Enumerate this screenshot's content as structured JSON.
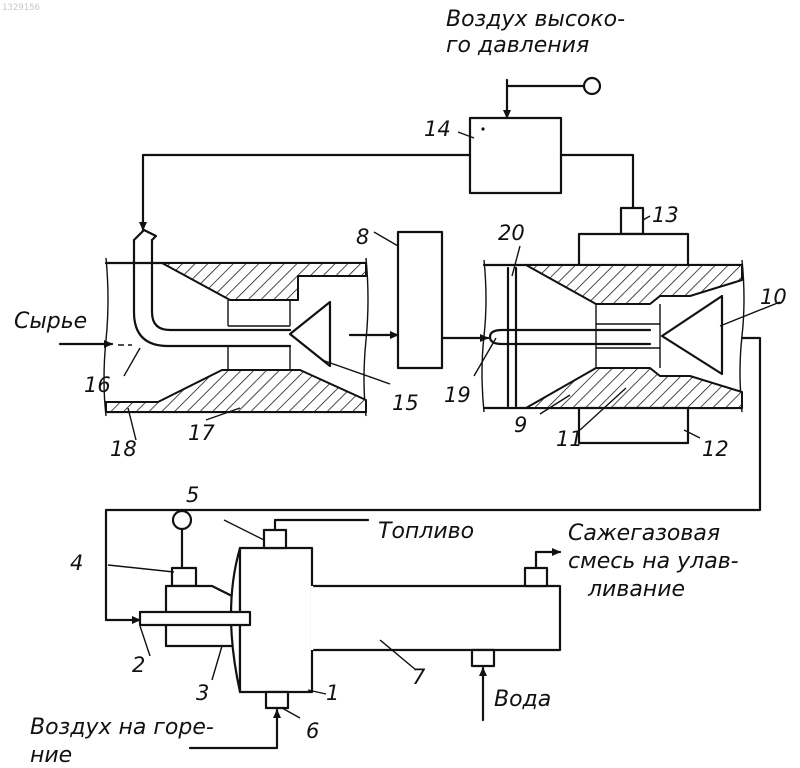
{
  "watermark": "1329156",
  "labels": {
    "high_pressure_air_1": "Воздух высоко-",
    "high_pressure_air_2": "го давления",
    "feedstock": "Сырье",
    "fuel": "Топливо",
    "soot_gas_1": "Сажегазовая",
    "soot_gas_2": "смесь на улав-",
    "soot_gas_3": "ливание",
    "water": "Вода",
    "combustion_air_1": "Воздух на горе-",
    "combustion_air_2": "ние"
  },
  "numbers": {
    "n1": "1",
    "n2": "2",
    "n3": "3",
    "n4": "4",
    "n5": "5",
    "n6": "6",
    "n7": "7",
    "n8": "8",
    "n9": "9",
    "n10": "10",
    "n11": "11",
    "n12": "12",
    "n13": "13",
    "n14": "14",
    "n15": "15",
    "n16": "16",
    "n17": "17",
    "n18": "18",
    "n19": "19",
    "n20": "20"
  }
}
